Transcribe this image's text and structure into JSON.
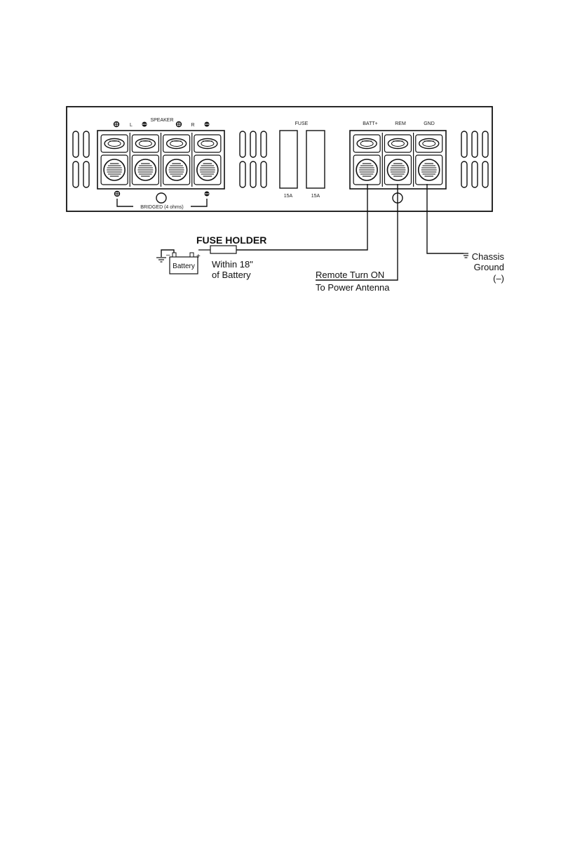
{
  "panel": {
    "speaker_label": "SPEAKER",
    "ch_left": "L",
    "ch_right": "R",
    "bridged_label": "BRIDGED (4 ohms)",
    "fuse_label": "FUSE",
    "fuse_ratings": [
      "15A",
      "15A"
    ],
    "power_terminals": [
      "BATT+",
      "REM",
      "GND"
    ],
    "speaker_terminal_count": 4,
    "power_terminal_count": 3
  },
  "wiring": {
    "fuse_holder": "FUSE HOLDER",
    "within_line1": "Within 18\"",
    "within_line2": "of Battery",
    "battery": "Battery",
    "battery_minus": "–",
    "battery_plus": "+",
    "remote_line1": "Remote Turn ON",
    "remote_line2": "To Power Antenna",
    "chassis_line1": "Chassis",
    "chassis_line2": "Ground",
    "chassis_line3": "(–)"
  }
}
